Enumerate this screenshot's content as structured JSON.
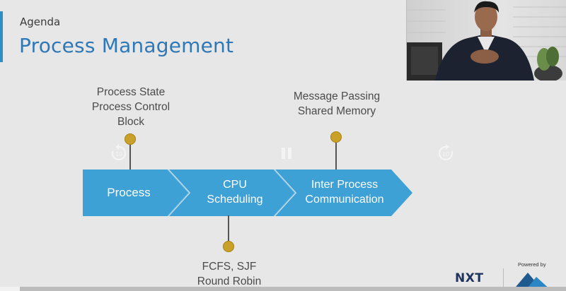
{
  "slide": {
    "section": "Agenda",
    "title": "Process Management"
  },
  "timeline": {
    "steps": [
      {
        "label_line1": "Process",
        "label_line2": ""
      },
      {
        "label_line1": "CPU",
        "label_line2": "Scheduling"
      },
      {
        "label_line1": "Inter Process",
        "label_line2": "Communication"
      }
    ],
    "annotations": {
      "process": [
        "Process State",
        "Process Control",
        "Block"
      ],
      "ipc": [
        "Message Passing",
        "Shared Memory"
      ],
      "cpu": [
        "FCFS, SJF",
        "Round Robin"
      ]
    }
  },
  "player": {
    "rewind_seconds": "10",
    "forward_seconds": "10"
  },
  "brand": {
    "logo_text_top": "NXT",
    "powered_by": "Powered by"
  },
  "colors": {
    "accent": "#2f8fc5",
    "title": "#2f78b8",
    "chevron": "#3ea1d6",
    "dot": "#c9a02a"
  },
  "icons": [
    "rewind-10-icon",
    "pause-icon",
    "forward-10-icon",
    "mountain-logo-icon"
  ]
}
